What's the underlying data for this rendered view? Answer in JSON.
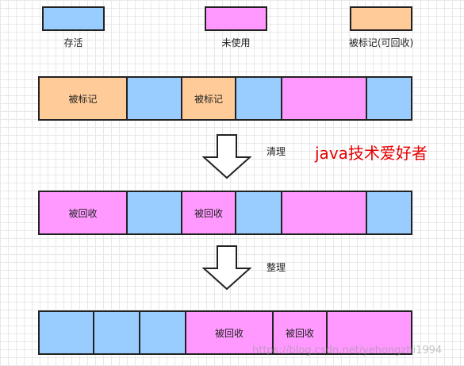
{
  "legend": {
    "live": "存活",
    "unused": "未使用",
    "marked": "被标记(可回收)"
  },
  "rows": [
    {
      "segments": [
        {
          "state": "marked",
          "label": "被标记"
        },
        {
          "state": "live",
          "label": ""
        },
        {
          "state": "marked",
          "label": "被标记"
        },
        {
          "state": "live",
          "label": ""
        },
        {
          "state": "unused",
          "label": ""
        },
        {
          "state": "live",
          "label": ""
        }
      ]
    },
    {
      "segments": [
        {
          "state": "unused",
          "label": "被回收"
        },
        {
          "state": "live",
          "label": ""
        },
        {
          "state": "unused",
          "label": "被回收"
        },
        {
          "state": "live",
          "label": ""
        },
        {
          "state": "unused",
          "label": ""
        },
        {
          "state": "live",
          "label": ""
        }
      ]
    },
    {
      "segments": [
        {
          "state": "live",
          "label": ""
        },
        {
          "state": "live",
          "label": ""
        },
        {
          "state": "live",
          "label": ""
        },
        {
          "state": "unused",
          "label": "被回收"
        },
        {
          "state": "unused",
          "label": "被回收"
        },
        {
          "state": "unused",
          "label": ""
        }
      ]
    }
  ],
  "steps": {
    "clean": "清理",
    "compact": "整理"
  },
  "brand": "java技术爱好者",
  "watermark": "https://blog.csdn.net/yehongzhi1994",
  "colors": {
    "live": "#99ccff",
    "unused": "#ff99ff",
    "marked": "#ffcc99",
    "brand": "#e60000"
  }
}
